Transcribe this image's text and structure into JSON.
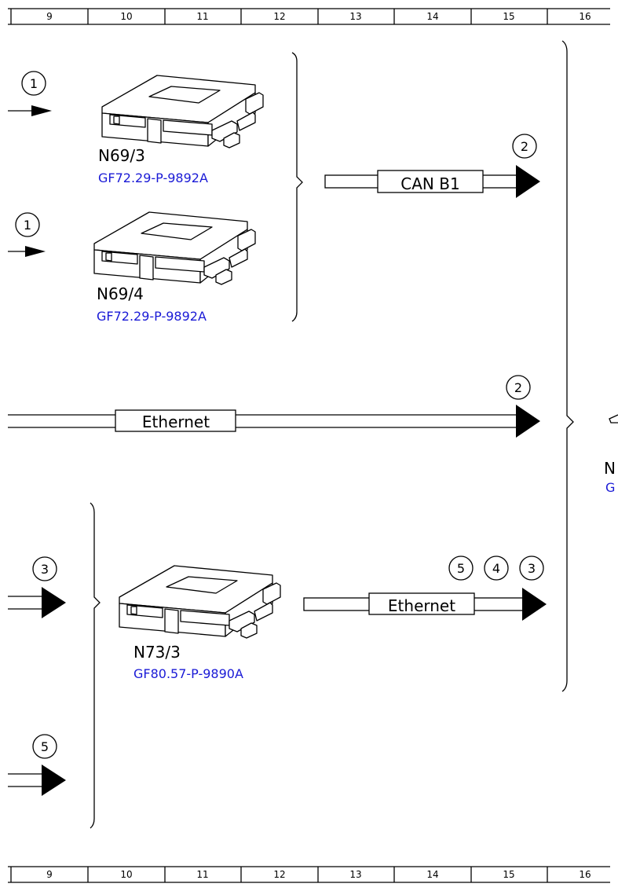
{
  "grid_columns": [
    "9",
    "10",
    "11",
    "12",
    "13",
    "14",
    "15",
    "16"
  ],
  "components": [
    {
      "id": "n69_3",
      "label": "N69/3",
      "link": "GF72.29-P-9892A"
    },
    {
      "id": "n69_4",
      "label": "N69/4",
      "link": "GF72.29-P-9892A"
    },
    {
      "id": "n73_3",
      "label": "N73/3",
      "link": "GF80.57-P-9890A"
    }
  ],
  "buses": {
    "can_b1": "CAN B1",
    "ethernet_main": "Ethernet",
    "ethernet_n73": "Ethernet"
  },
  "markers": {
    "in_n69_3": "1",
    "in_n69_4": "1",
    "out_can_b1": "2",
    "out_ethernet_main": "2",
    "in_3": "3",
    "in_5": "5",
    "out_n73_5": "5",
    "out_n73_4": "4",
    "out_n73_3": "3"
  },
  "cut_off_right": {
    "label_fragment": "N",
    "link_fragment": "G"
  }
}
